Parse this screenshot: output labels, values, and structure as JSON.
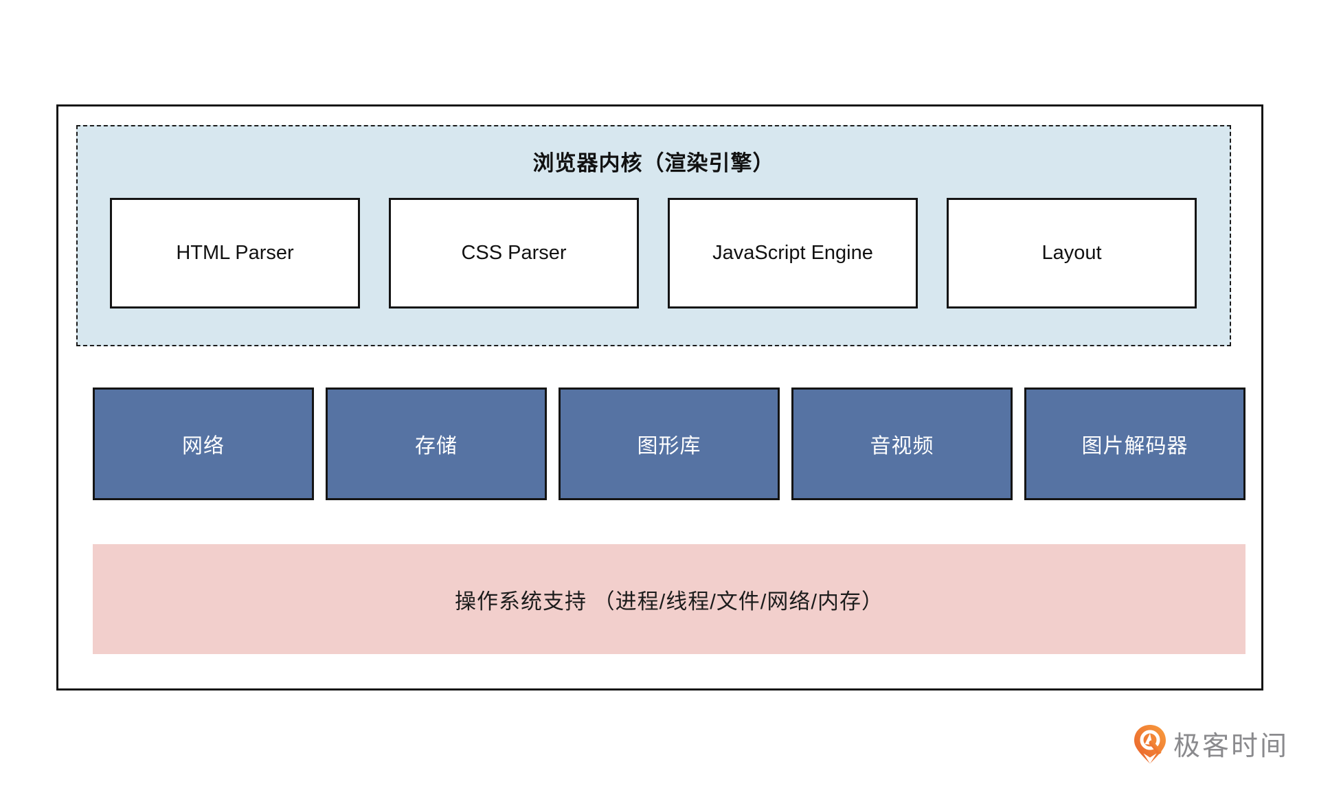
{
  "diagram": {
    "kernel": {
      "title": "浏览器内核（渲染引擎）",
      "modules": [
        {
          "label": "HTML Parser"
        },
        {
          "label": "CSS Parser"
        },
        {
          "label": "JavaScript Engine"
        },
        {
          "label": "Layout"
        }
      ]
    },
    "middleware": [
      {
        "label": "网络"
      },
      {
        "label": "存储"
      },
      {
        "label": "图形库"
      },
      {
        "label": "音视频"
      },
      {
        "label": "图片解码器"
      }
    ],
    "os_layer": {
      "label": "操作系统支持 （进程/线程/文件/网络/内存）"
    }
  },
  "branding": {
    "name": "极客时间"
  },
  "colors": {
    "kernel_bg": "#d7e7ef",
    "module_bg": "#ffffff",
    "middleware_bg": "#5673a3",
    "os_bg": "#f2cfcc",
    "border": "#141414",
    "logo_orange_dark": "#e85f2b",
    "logo_orange_light": "#f89c3d",
    "logo_text_gray": "#8a8a8d"
  }
}
